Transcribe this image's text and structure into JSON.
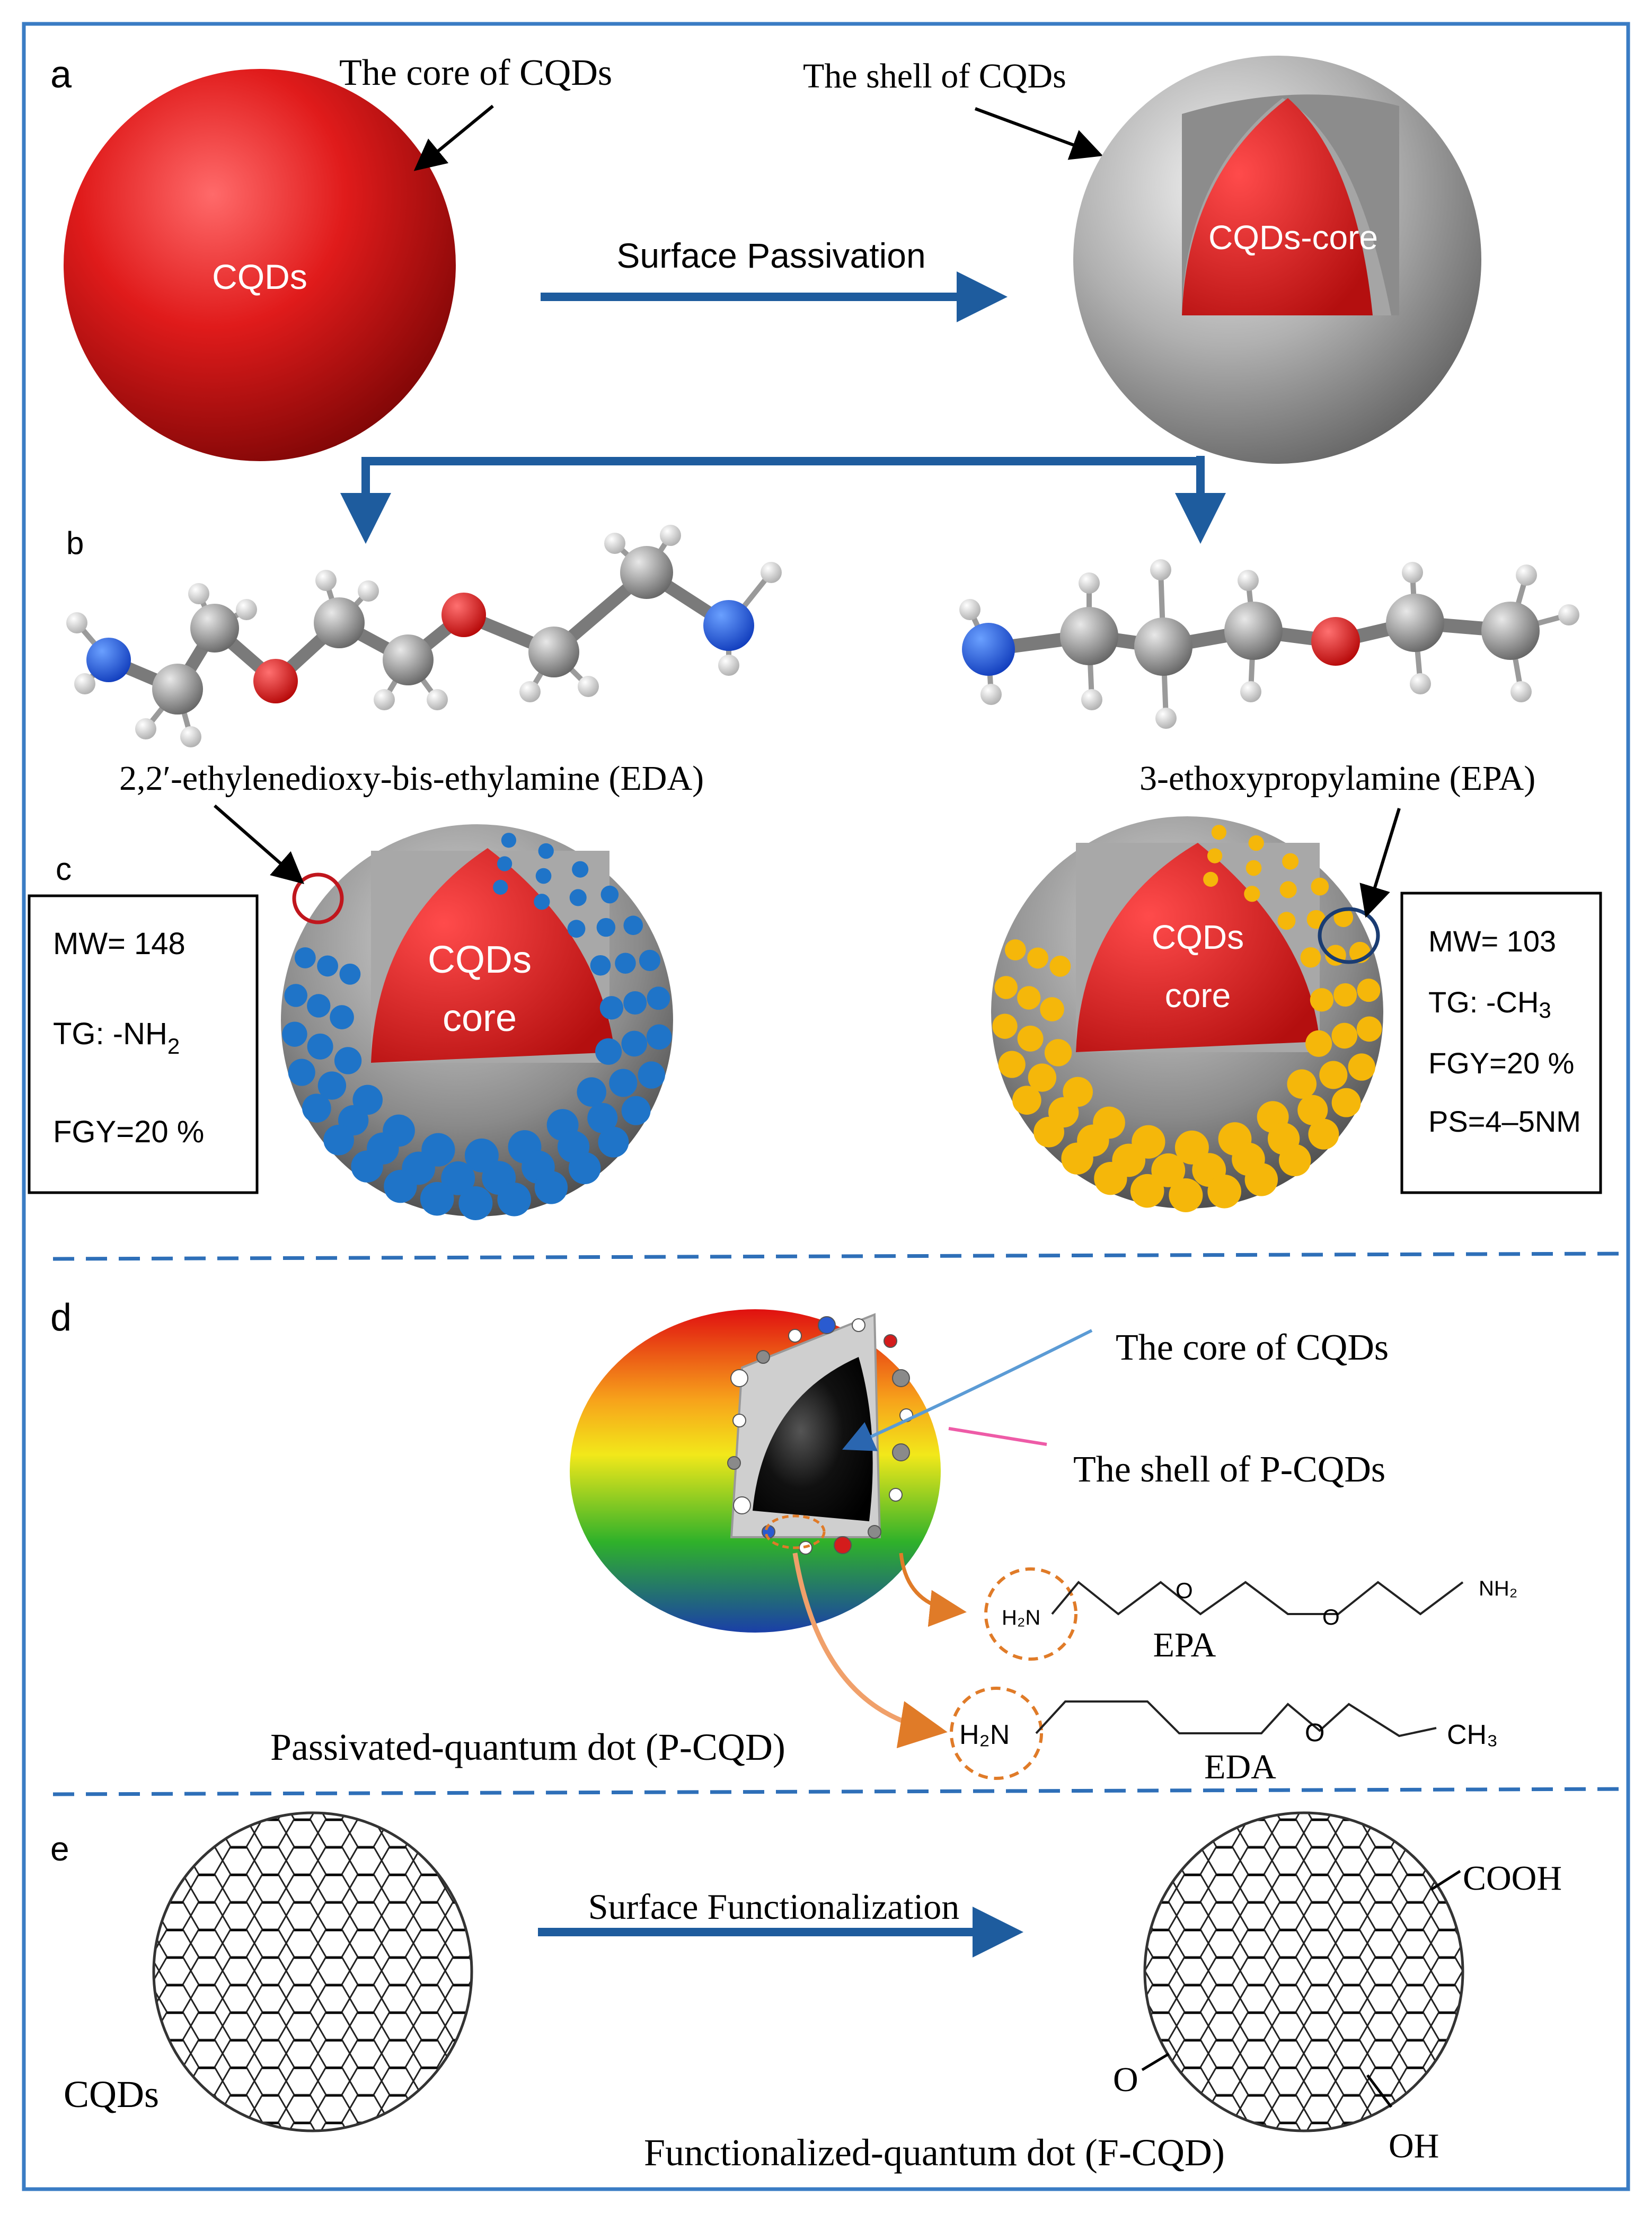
{
  "panels": {
    "a": {
      "letter": "a",
      "core_callout": "The core of CQDs",
      "shell_callout": "The shell of CQDs",
      "sphere_label": "CQDs",
      "core_label": "CQDs-core",
      "arrow_label": "Surface Passivation"
    },
    "b": {
      "letter": "b",
      "left_molecule_name": "2,2′-ethylenedioxy-bis-ethylamine (EDA)",
      "right_molecule_name": "3-ethoxypropylamine (EPA)"
    },
    "c": {
      "letter": "c",
      "left_core_line1": "CQDs",
      "left_core_line2": "core",
      "right_core_line1": "CQDs",
      "right_core_line2": "core",
      "left_box": {
        "mw": "MW= 148",
        "tg": "TG: -NH",
        "tg_sub": "2",
        "fgy": "FGY=20 %"
      },
      "right_box": {
        "mw": "MW= 103",
        "tg": "TG: -CH",
        "tg_sub": "3",
        "fgy": "FGY=20 %",
        "ps": "PS=4–5NM"
      }
    },
    "d": {
      "letter": "d",
      "core_callout": "The core of CQDs",
      "shell_callout": "The shell of P-CQDs",
      "caption": "Passivated-quantum dot (P-CQD)",
      "chain1_left": "H₂N",
      "chain1_O1": "O",
      "chain1_O2": "O",
      "chain1_right": "NH₂",
      "chain1_name": "EPA",
      "chain2_left": "H₂N",
      "chain2_O": "O",
      "chain2_right": "CH₃",
      "chain2_name": "EDA"
    },
    "e": {
      "letter": "e",
      "arrow_label": "Surface Functionalization",
      "left_label": "CQDs",
      "cooh_label": "COOH",
      "o_label": "O",
      "oh_label": "OH",
      "caption": "Functionalized-quantum dot (F-CQD)"
    }
  },
  "colors": {
    "frame": "#3a7cc4",
    "arrow": "#1e5c9e",
    "core_red": "#e01b1b",
    "shell_grey": "#9a9a9a",
    "dot_blue": "#1f74c8",
    "dot_yellow": "#f5b70a",
    "callout_blue": "#5b9bd5",
    "callout_pink": "#ee5ba7",
    "orange": "#e07b28"
  }
}
